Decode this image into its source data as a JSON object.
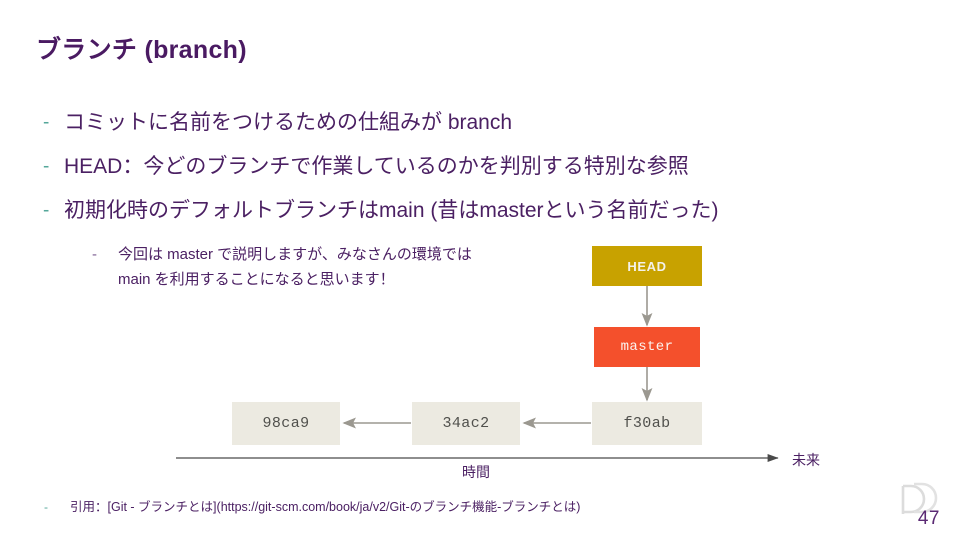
{
  "slide": {
    "title": "ブランチ (branch)",
    "page_number": "47",
    "accent_color": "#4a1a62",
    "bullet_color": "#54a79a"
  },
  "bullets": [
    {
      "marker": "-",
      "text": "コミットに名前をつけるための仕組みが branch"
    },
    {
      "marker": "-",
      "text": "HEAD：今どのブランチで作業しているのかを判別する特別な参照"
    },
    {
      "marker": "-",
      "text": "初期化時のデフォルトブランチはmain (昔はmasterという名前だった)"
    }
  ],
  "sub_bullet": {
    "marker": "-",
    "line1": "今回は master で説明しますが、みなさんの環境では",
    "line2": "main を利用することになると思います！"
  },
  "diagram": {
    "head": {
      "label": "HEAD",
      "color": "#c8a200",
      "text_color": "#f4f2ea"
    },
    "branch": {
      "label": "master",
      "color": "#f4502c",
      "text_color": "#fbf3ee"
    },
    "commits": [
      {
        "label": "98ca9",
        "color": "#eceae1"
      },
      {
        "label": "34ac2",
        "color": "#eceae1"
      },
      {
        "label": "f30ab",
        "color": "#eceae1"
      }
    ],
    "arrow_color": "#9b9890",
    "timeline": {
      "label": "時間",
      "end_label": "未来",
      "color": "#4b2063"
    }
  },
  "footer": {
    "marker": "-",
    "citation": "引用：[Git - ブランチとは](https://git-scm.com/book/ja/v2/Git-のブランチ機能-ブランチとは)"
  }
}
